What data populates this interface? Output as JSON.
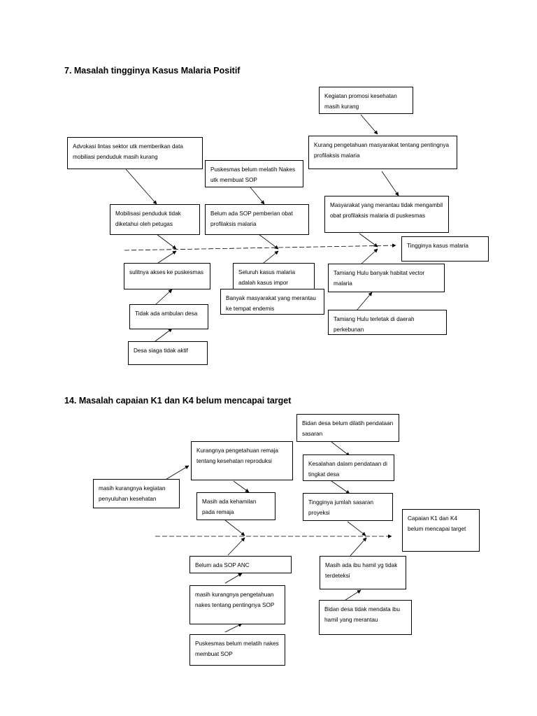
{
  "diagram1": {
    "title": "7. Masalah tingginya Kasus Malaria Positif",
    "effect": "Tingginya kasus malaria",
    "causes": {
      "promosi": "Kegiatan promosi kesehatan masih kurang",
      "pengetahuan": "Kurang pengetahuan masyarakat tentang pentingnya profilaksis malaria",
      "advokasi": "Advokasi lintas sektor utk memberikan data mobiliasi penduduk masih kurang",
      "mobilisasi": "Mobilisasi penduduk tidak diketahui oleh petugas",
      "melatih": "Puskesmas belum melatih Nakes utk membuat SOP",
      "sop_profilaksis": "Belum ada SOP pemberian obat profilaksis malaria",
      "merantau": "Masyarakat yang merantau tidak mengambil obat profilaksis malaria di puskesmas",
      "akses": "sulitnya akses ke puskesmas",
      "ambulan": "Tidak ada ambulan desa",
      "desa_siaga": "Desa siaga tidak aktif",
      "impor": "Seluruh kasus malaria adalah kasus impor",
      "banyak_merantau": "Banyak masyarakat yang merantau ke tempat endemis",
      "habitat": "Tamiang Hulu banyak habitat vector malaria",
      "perkebunan": "Tamiang Hulu terletak di daerah perkebunan"
    }
  },
  "diagram2": {
    "title": "14. Masalah capaian K1 dan K4 belum mencapai target",
    "effect": "Capaian K1 dan K4 belum mencapai target",
    "causes": {
      "bidan_dilatih": "Bidan desa belum dilatih pendataan sasaran",
      "remaja": "Kurangnya pengetahuan remaja tentang kesehatan reproduksi",
      "penyuluhan": "masih kurangnya kegiatan penyuluhan kesehatan",
      "kesalahan": "Kesalahan dalam pendataan di tingkat desa",
      "kehamilan": "Masih ada kehamilan pada remaja",
      "sasaran": "Tingginya jumlah sasaran proyeksi",
      "sop_anc": "Belum ada SOP ANC",
      "nakes": "masih kurangnya pengetahuan nakes tentang pentingnya SOP",
      "melatih": "Puskesmas belum melatih nakes membuat SOP",
      "terdeteksi": "Masih ada ibu hamil yg tidak terdeteksi",
      "mendata": "Bidan desa tidak mendata ibu hamil yang merantau"
    }
  }
}
